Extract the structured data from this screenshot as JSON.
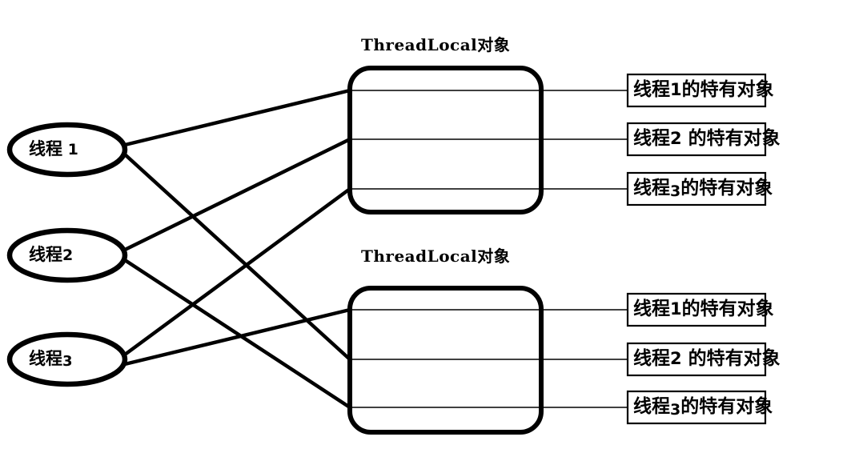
{
  "diagram": {
    "type": "threadlocal-relationship-diagram",
    "background_color": "#ffffff",
    "stroke_color": "#000000",
    "threads": [
      {
        "id": "thread-1",
        "label_prefix": "线程",
        "label_number": "1",
        "label_full": "线程 1",
        "spaced": true,
        "subscript": false
      },
      {
        "id": "thread-2",
        "label_prefix": "线程",
        "label_number": "2",
        "label_full": "线程2",
        "spaced": false,
        "subscript": false
      },
      {
        "id": "thread-3",
        "label_prefix": "线程",
        "label_number": "3",
        "label_full": "线程3",
        "spaced": false,
        "subscript": true
      }
    ],
    "groups": [
      {
        "id": "threadlocal-group-1",
        "title": "ThreadLocal对象",
        "slots": [
          {
            "id": "slot-1-1",
            "prefix": "线程",
            "number": "1",
            "suffix": "的特有对象",
            "full": "线程1的特有对象",
            "spaced": false,
            "subscript": false
          },
          {
            "id": "slot-1-2",
            "prefix": "线程",
            "number": "2",
            "suffix": "的特有对象",
            "full": "线程2 的特有对象",
            "spaced": true,
            "subscript": false
          },
          {
            "id": "slot-1-3",
            "prefix": "线程",
            "number": "3",
            "suffix": "的特有对象",
            "full": "线程3的特有对象",
            "spaced": false,
            "subscript": true
          }
        ]
      },
      {
        "id": "threadlocal-group-2",
        "title": "ThreadLocal对象",
        "slots": [
          {
            "id": "slot-2-1",
            "prefix": "线程",
            "number": "1",
            "suffix": "的特有对象",
            "full": "线程1的特有对象",
            "spaced": false,
            "subscript": false
          },
          {
            "id": "slot-2-2",
            "prefix": "线程",
            "number": "2",
            "suffix": "的特有对象",
            "full": "线程2 的特有对象",
            "spaced": true,
            "subscript": false
          },
          {
            "id": "slot-2-3",
            "prefix": "线程",
            "number": "3",
            "suffix": "的特有对象",
            "full": "线程3的特有对象",
            "spaced": false,
            "subscript": true
          }
        ]
      }
    ],
    "connections": [
      {
        "from": "thread-1",
        "to": "slot-1-1"
      },
      {
        "from": "thread-1",
        "to": "slot-2-2"
      },
      {
        "from": "thread-2",
        "to": "slot-1-2"
      },
      {
        "from": "thread-2",
        "to": "slot-2-3"
      },
      {
        "from": "thread-3",
        "to": "slot-1-3"
      },
      {
        "from": "thread-3",
        "to": "slot-2-1"
      }
    ]
  }
}
